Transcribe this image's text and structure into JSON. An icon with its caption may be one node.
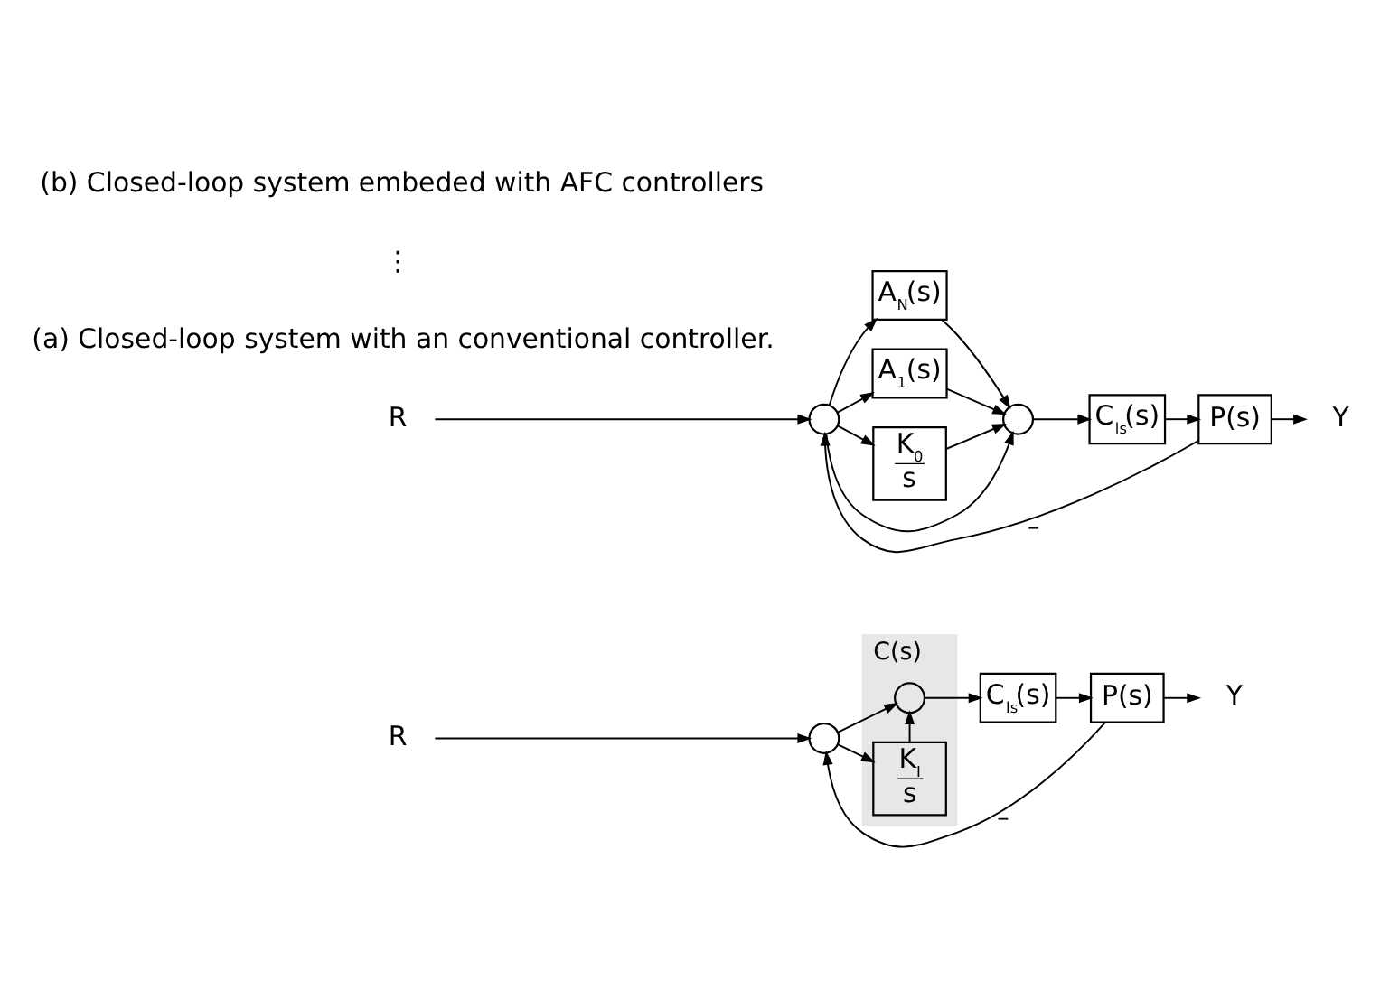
{
  "diagram": {
    "nodes": [
      {
        "text": [
          "R"
        ]
      },
      {
        "text": [
          "C(s)"
        ]
      },
      {
        "text": [],
        "shape": "circle"
      },
      {
        "text": [],
        "shape": "circle",
        "in": 1
      },
      {
        "text": [
          "K$_{I}$",
          "s"
        ],
        "in": 1
      },
      {
        "text": [
          "C$_{ls}$(s)"
        ]
      },
      {
        "text": [
          "P(s)"
        ]
      },
      {
        "text": [
          "Y"
        ]
      },
      {
        "text": [
          "R"
        ]
      },
      {
        "text": [],
        "shape": "circle"
      },
      {
        "text": [
          "A$_{N}$(s)"
        ]
      },
      {
        "text": [
          "A$_{1}$(s)"
        ]
      },
      {
        "text": [
          "K$_{0}$",
          "s"
        ]
      },
      {
        "text": [],
        "shape": "circle"
      },
      {
        "text": [
          "C$_{ls}$(s)"
        ]
      },
      {
        "text": [
          "P(s)"
        ]
      },
      {
        "text": [
          "Y"
        ]
      }
    ],
    "edges": [
      {
        "from": 0,
        "to": 2,
        "arrow": "to"
      },
      {
        "from": 2,
        "to": 3,
        "arrow": "to"
      },
      {
        "from": 2,
        "to": 4,
        "arrow": "to"
      },
      {
        "from": 4,
        "to": 3,
        "arrow": "to"
      },
      {
        "from": 3,
        "to": 5,
        "arrow": "to"
      },
      {
        "from": 5,
        "to": 6,
        "arrow": "to"
      },
      {
        "from": 6,
        "to": 7,
        "arrow": "to"
      },
      {
        "from": 6,
        "to": 2,
        "arrow": "to",
        "label": "–"
      },
      {
        "from": 8,
        "to": 9,
        "arrow": "to"
      },
      {
        "from": 9,
        "to": 10,
        "arrow": "to"
      },
      {
        "from": 9,
        "to": 11,
        "arrow": "to"
      },
      {
        "from": 9,
        "to": 13,
        "arrow": "to"
      },
      {
        "from": 9,
        "to": 12,
        "arrow": "to"
      },
      {
        "from": 10,
        "to": 13,
        "arrow": "to"
      },
      {
        "from": 11,
        "to": 13,
        "arrow": "to"
      },
      {
        "from": 12,
        "to": 13,
        "arrow": "to"
      },
      {
        "from": 13,
        "to": 14,
        "arrow": "to"
      },
      {
        "from": 14,
        "to": 15,
        "arrow": "to"
      },
      {
        "from": 15,
        "to": 16,
        "arrow": "to"
      },
      {
        "from": 15,
        "to": 9,
        "arrow": "to",
        "label": "–"
      }
    ],
    "labels": [
      "(a) Closed-loop system with an conventional controller.",
      "⋮",
      "(b) Closed-loop system embeded with AFC controllers"
    ]
  }
}
